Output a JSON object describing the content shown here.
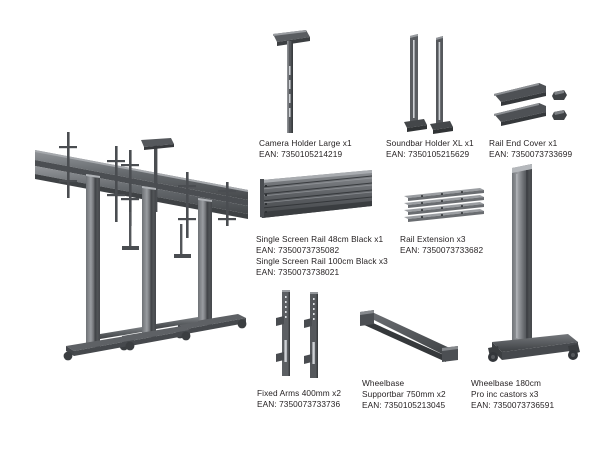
{
  "page": {
    "background": "#ffffff",
    "ink": "#231f20",
    "metal_dark": "#3f4144",
    "metal_mid": "#5a5d61",
    "metal_light": "#8d9094",
    "metal_highlight": "#b9bcc0"
  },
  "assembly": {
    "name": "assembled-multi-screen-floor-stand",
    "description": "Three column floor stand with horizontal screen rails, camera holder and soundbar holders on castors"
  },
  "parts": [
    {
      "id": "camera-holder-large",
      "icon": "camera-holder-icon",
      "lines": [
        "Camera Holder Large x1",
        "EAN: 7350105214219"
      ]
    },
    {
      "id": "soundbar-holder-xl",
      "icon": "soundbar-holder-icon",
      "lines": [
        "Soundbar Holder XL x1",
        "EAN: 7350105215629"
      ]
    },
    {
      "id": "rail-end-cover",
      "icon": "rail-end-cover-icon",
      "lines": [
        "Rail End Cover x1",
        "EAN: 7350073733699"
      ]
    },
    {
      "id": "single-screen-rail",
      "icon": "screen-rail-icon",
      "lines": [
        "Single Screen Rail 48cm Black x1",
        "EAN: 7350073735082",
        "Single Screen Rail 100cm Black x3",
        "EAN: 7350073738021"
      ]
    },
    {
      "id": "rail-extension",
      "icon": "rail-extension-icon",
      "lines": [
        "Rail Extension x3",
        "EAN: 7350073733682"
      ]
    },
    {
      "id": "fixed-arms-400mm",
      "icon": "fixed-arms-icon",
      "lines": [
        "Fixed Arms 400mm x2",
        "EAN: 7350073733736"
      ]
    },
    {
      "id": "wheelbase-supportbar-750mm",
      "icon": "supportbar-icon",
      "lines": [
        "Wheelbase",
        "Supportbar 750mm x2",
        "EAN: 7350105213045"
      ]
    },
    {
      "id": "wheelbase-180cm-pro",
      "icon": "wheelbase-column-icon",
      "lines": [
        "Wheelbase 180cm",
        "Pro inc castors x3",
        "EAN: 7350073736591"
      ]
    }
  ]
}
